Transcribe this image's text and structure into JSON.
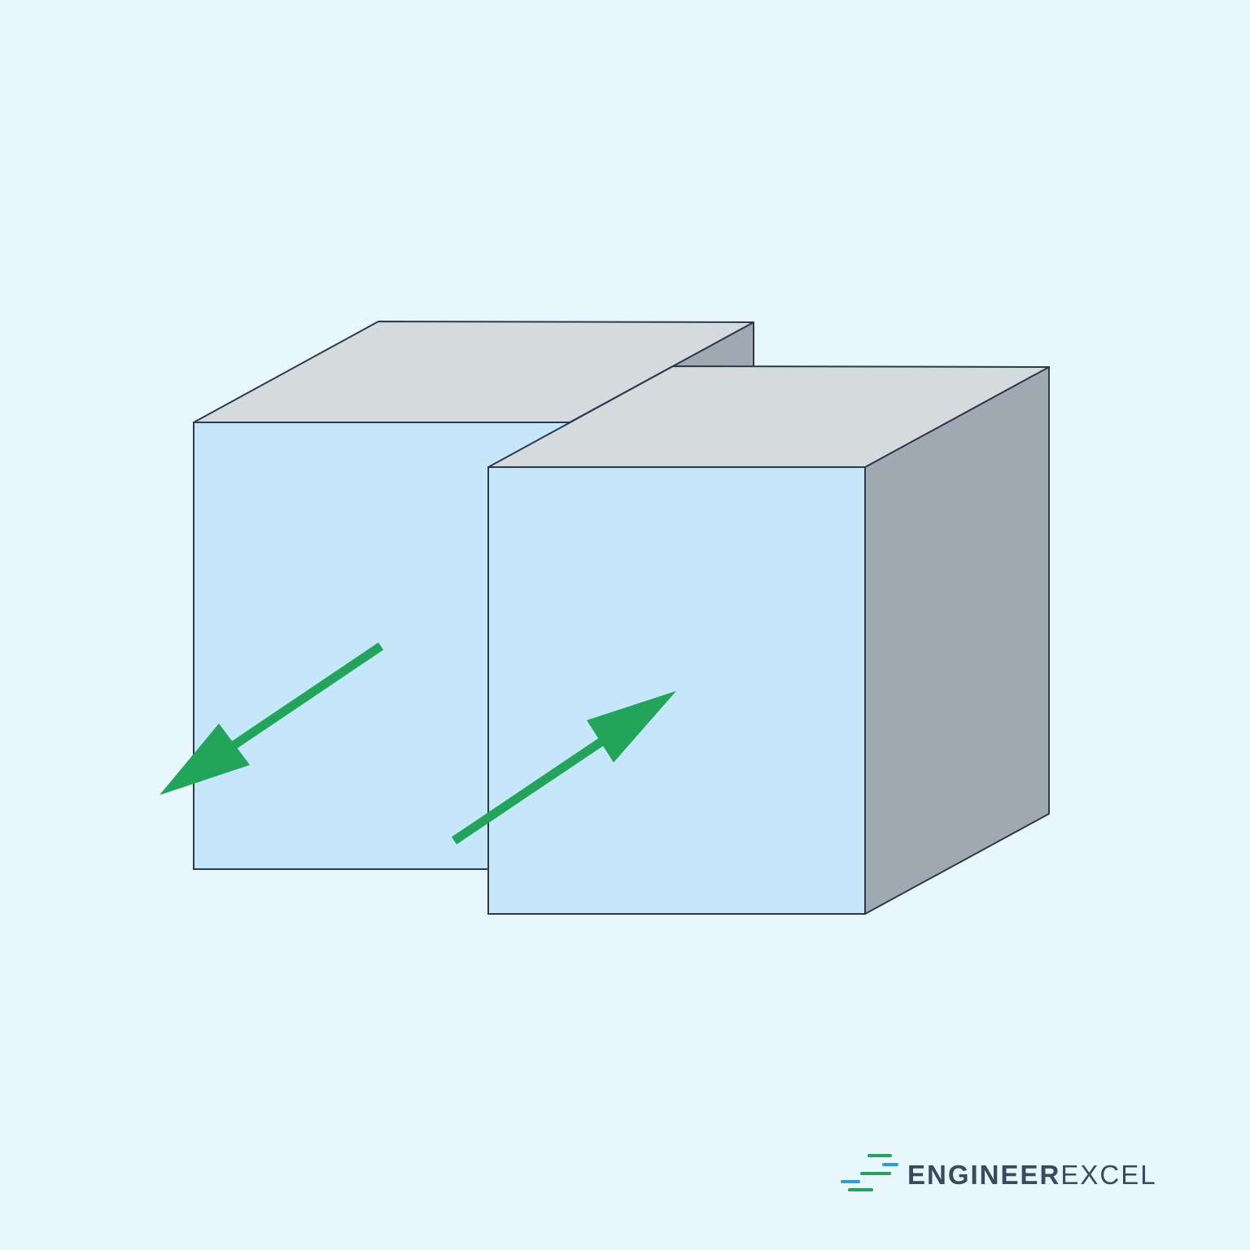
{
  "colors": {
    "background": "#E8F6FE",
    "front_face": "#C6E6F9",
    "top_face": "#D5DADD",
    "side_face": "#A0A9B2",
    "edge": "#2B3A4E",
    "arrow": "#22A55A",
    "brand_engineer": "#3A4A5E",
    "brand_excel": "#3A4A5E",
    "logo_green": "#22A55A",
    "logo_blue": "#2E9BDA"
  },
  "diagram": {
    "blocks": [
      {
        "name": "back-block"
      },
      {
        "name": "front-block"
      }
    ],
    "arrows": [
      {
        "name": "left-arrow",
        "direction": "down-left"
      },
      {
        "name": "right-arrow",
        "direction": "up-right"
      }
    ]
  },
  "brand": {
    "name_part1": "ENGINEER",
    "name_part2": "EXCEL",
    "icon": "speed-lines-icon"
  }
}
